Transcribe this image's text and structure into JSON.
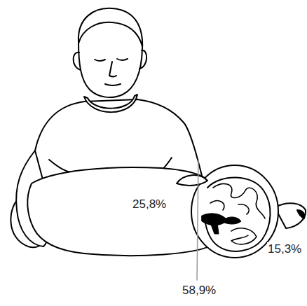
{
  "diagram": {
    "labels": [
      "25,8%",
      "15,3%",
      "58,9%"
    ]
  }
}
